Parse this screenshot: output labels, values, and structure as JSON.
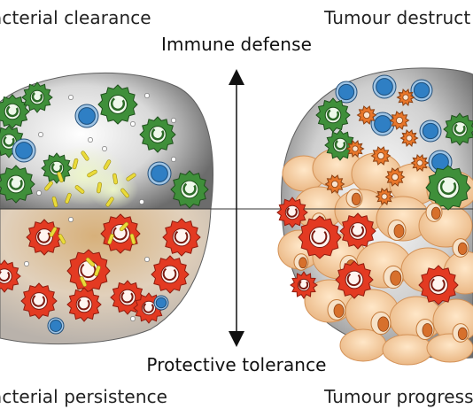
{
  "labels": {
    "top_left": "acterial clearance",
    "top_right": "Tumour destruct",
    "bottom_left": "acterial persistence",
    "bottom_right": "Tumour progress",
    "axis_top": "Immune defense",
    "axis_bottom": "Protective tolerance"
  },
  "colors": {
    "text": "#222222",
    "axis": "#111111",
    "green_cell": "#3f8f3a",
    "red_cell": "#e33a22",
    "blue_cell": "#2f7fc4",
    "bacteria": "#eadb3a",
    "tumour_cell": "#f3cfa6",
    "orange_cell": "#e8762a"
  },
  "icons": {
    "arrow_up": "arrow-up-icon",
    "arrow_down": "arrow-down-icon"
  }
}
